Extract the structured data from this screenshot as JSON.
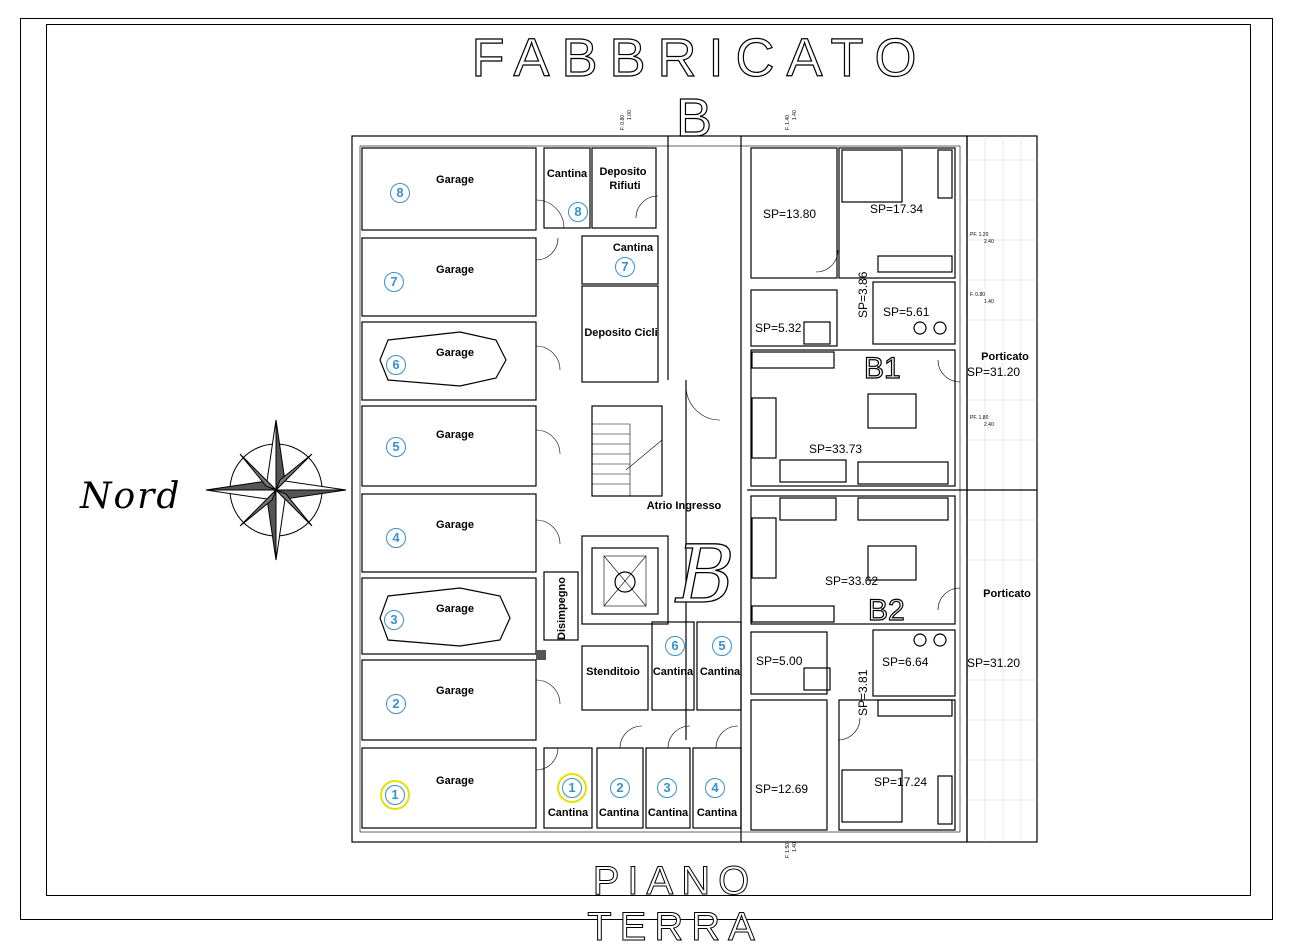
{
  "title": "FABBRICATO B",
  "subtitle": "PIANO TERRA",
  "compass_label": "Nord",
  "building_letter": "B",
  "colors": {
    "room_numbers": "#3a8fd0",
    "highlight": "#e8e000",
    "lines": "#000000",
    "tiles": "#c8c8c8"
  },
  "garages": [
    {
      "label": "Garage",
      "number": "8"
    },
    {
      "label": "Garage",
      "number": "7"
    },
    {
      "label": "Garage",
      "number": "6"
    },
    {
      "label": "Garage",
      "number": "5"
    },
    {
      "label": "Garage",
      "number": "4"
    },
    {
      "label": "Garage",
      "number": "3"
    },
    {
      "label": "Garage",
      "number": "2"
    },
    {
      "label": "Garage",
      "number": "1"
    }
  ],
  "cantine_bottom": [
    {
      "label": "Cantina",
      "number": "1"
    },
    {
      "label": "Cantina",
      "number": "2"
    },
    {
      "label": "Cantina",
      "number": "3"
    },
    {
      "label": "Cantina",
      "number": "4"
    }
  ],
  "cantine_mid": [
    {
      "label": "Cantina",
      "number": "6"
    },
    {
      "label": "Cantina",
      "number": "5"
    }
  ],
  "cantina_top_8": {
    "label": "Cantina",
    "number": "8"
  },
  "cantina_top_7": {
    "label": "Cantina",
    "number": "7"
  },
  "deposito_rifiuti": {
    "line1": "Deposito",
    "line2": "Rifiuti"
  },
  "deposito_cicli": "Deposito Cicli",
  "atrio": "Atrio Ingresso",
  "disimpegno": "Disimpegno",
  "stenditoio": "Stenditoio",
  "unit_b1": {
    "name": "B1",
    "areas": [
      "SP=13.80",
      "SP=17.34",
      "SP=3.86",
      "SP=5.32",
      "SP=5.61",
      "SP=33.73"
    ],
    "porticato": "Porticato",
    "porticato_area": "SP=31.20"
  },
  "unit_b2": {
    "name": "B2",
    "areas": [
      "SP=33.62",
      "SP=5.00",
      "SP=6.64",
      "SP=3.81",
      "SP=12.69",
      "SP=17.24"
    ],
    "porticato": "Porticato",
    "porticato_area": "SP=31.20"
  },
  "window_tags": {
    "pf_1": "PF. 1.20",
    "pf_1b": "2.40",
    "f_2": "F. 0.80",
    "f_2b": "1.40",
    "pf_3": "PF. 1.80",
    "pf_3b": "2.40",
    "f_top1": "F. 0.80",
    "f_top1b": "1.00",
    "f_top2": "F. 1.40",
    "f_top2b": "1.40",
    "f_bot": "F. 1.50",
    "f_botb": "1.40"
  }
}
